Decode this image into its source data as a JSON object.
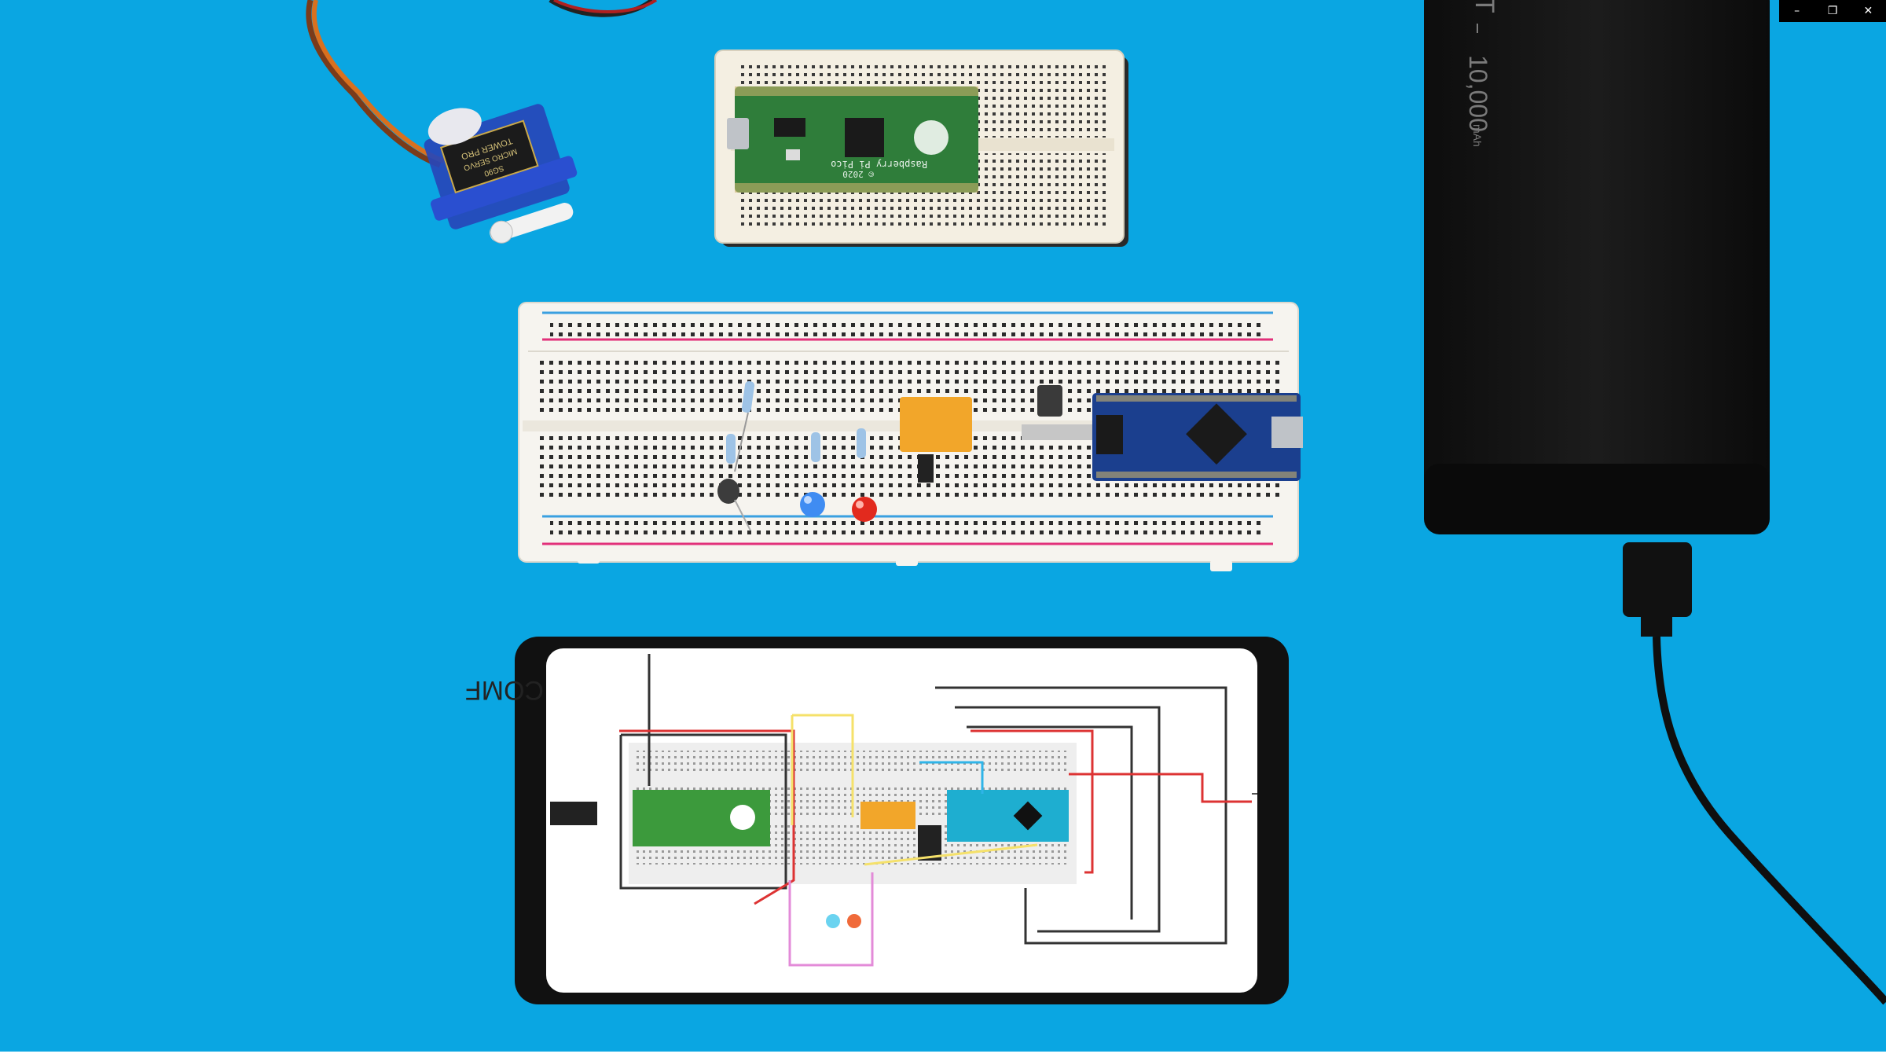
{
  "window": {
    "minimize_glyph": "–",
    "restore_glyph": "❐",
    "close_glyph": "✕"
  },
  "powerbank": {
    "capacity_text": "10,000",
    "unit_text": "mAh",
    "brand_fragment": "T"
  },
  "phone_screen": {
    "heading_fragment": "COMF"
  },
  "servo": {
    "label_line1": "TOWER PRO",
    "label_line2": "MICRO SERVO",
    "label_line3": "SG90"
  },
  "pico": {
    "silk_text": "Raspberry Pi Pico",
    "year_text": "© 2020"
  },
  "colors": {
    "background": "#0aa6e2",
    "breadboard": "#f4efe2",
    "rail_red": "#e2307a",
    "rail_blue": "#3aa0e0",
    "pico_green": "#2f7d3a",
    "nano_blue": "#1b3f8e",
    "relay_orange": "#f2a62a",
    "led_blue": "#3f8cf2",
    "led_red": "#e22a1e",
    "powerbank": "#141414"
  }
}
